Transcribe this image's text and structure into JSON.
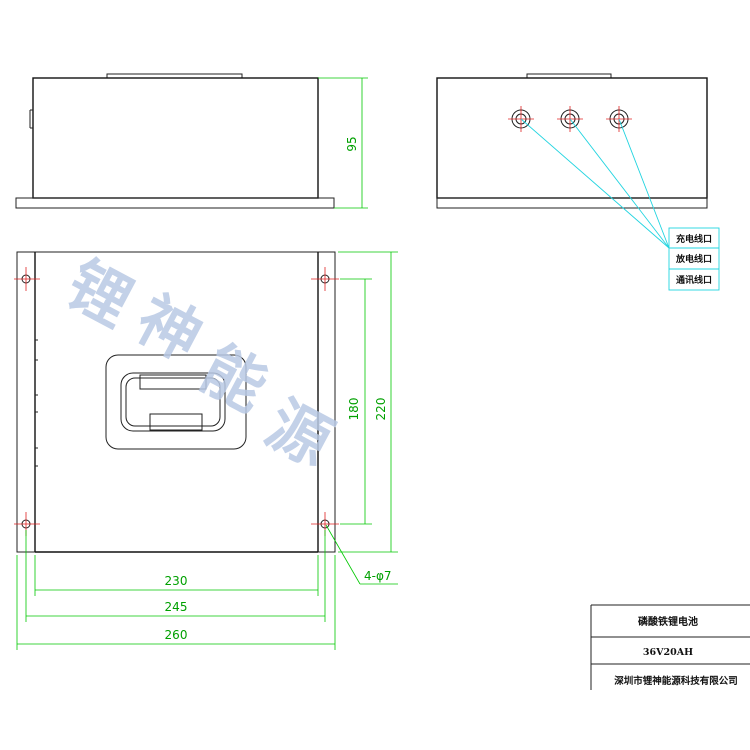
{
  "watermark": [
    "锂",
    "神",
    "能",
    "源"
  ],
  "dimensions": {
    "front_height": "95",
    "top_width_inner": "230",
    "top_width_mid": "245",
    "top_width_outer": "260",
    "top_height_outer": "220",
    "top_height_inner": "180",
    "hole_spec": "4-φ7"
  },
  "port_labels": [
    "充电线口",
    "放电线口",
    "通讯线口"
  ],
  "title_block": {
    "product": "磷酸铁锂电池",
    "spec": "36V20AH",
    "company": "深圳市锂神能源科技有限公司"
  },
  "colors": {
    "dimension": "#00c800",
    "leader": "#22d4e0",
    "centerline": "#e02020",
    "watermark": "#b9c9e4"
  }
}
